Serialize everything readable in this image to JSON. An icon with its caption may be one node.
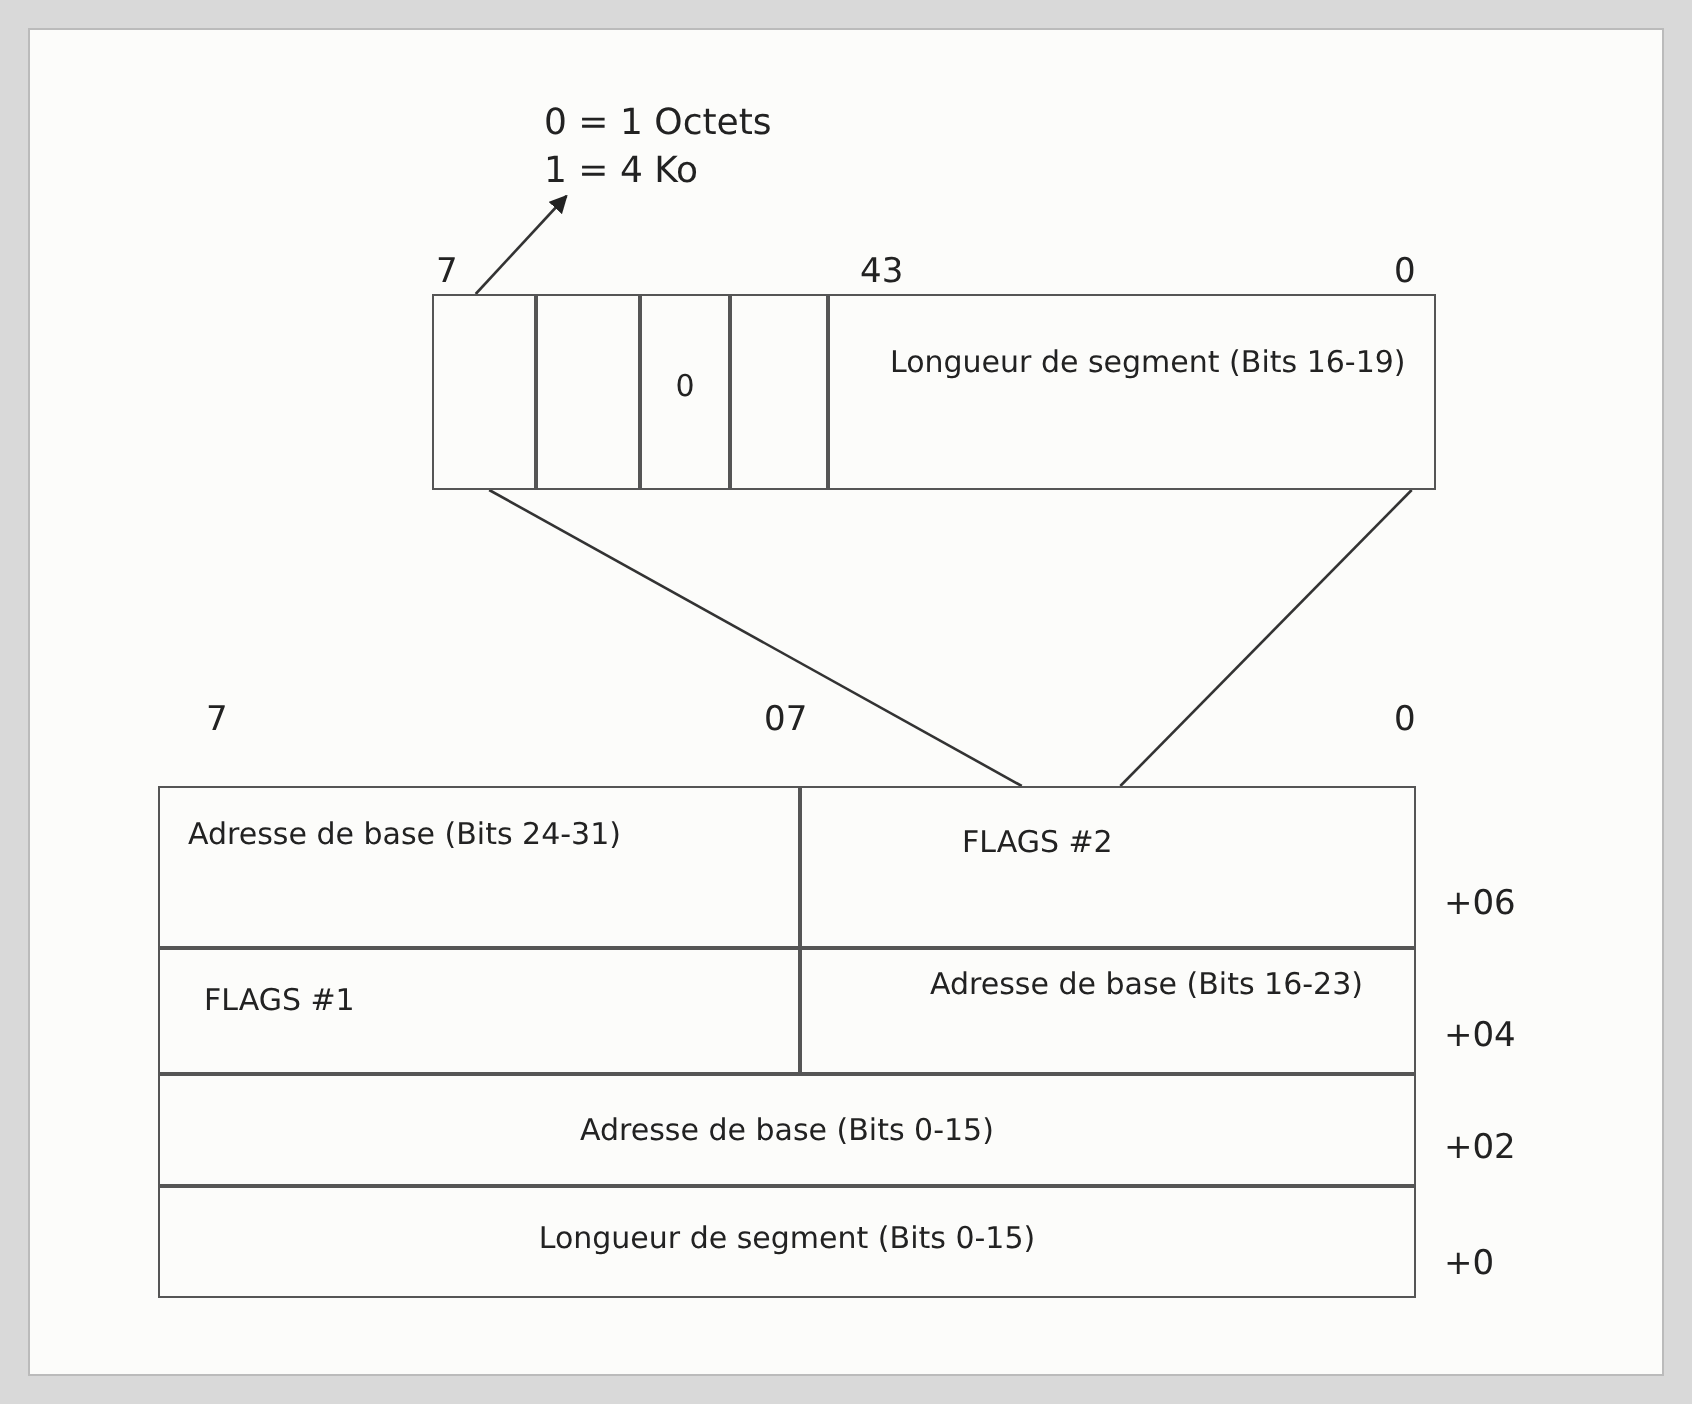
{
  "diagram": {
    "nodes": [
      {
        "text": [
          "0 = 1 Octets",
          "1 = 4 Ko"
        ]
      },
      {
        "text": [],
        "shape": "box"
      },
      {
        "text": [],
        "shape": "box"
      },
      {
        "text": [
          "0"
        ]
      },
      {
        "text": [],
        "shape": "box"
      },
      {
        "text": [
          "Longueur de segment (Bits 16-19)"
        ]
      },
      {
        "text": [
          "Adresse de base (Bits 24-31)"
        ]
      },
      {
        "text": [
          "FLAGS #2"
        ]
      },
      {
        "text": [
          "FLAGS #1"
        ]
      },
      {
        "text": [
          "Adresse de base (Bits 16-23)"
        ]
      },
      {
        "text": [
          "Adresse de base (Bits 0-15)"
        ]
      },
      {
        "text": [
          "Longueur de segment (Bits 0-15)"
        ]
      }
    ],
    "edges": [
      {
        "from": 1,
        "to": 0,
        "arrow": "to"
      },
      {
        "from": 1,
        "to": 7,
        "arrow": "none"
      },
      {
        "from": 5,
        "to": 7,
        "arrow": "none"
      }
    ],
    "labels": [
      "7",
      "43",
      "0",
      "7",
      "07",
      "0",
      "+06",
      "+04",
      "+02",
      "+0"
    ]
  }
}
